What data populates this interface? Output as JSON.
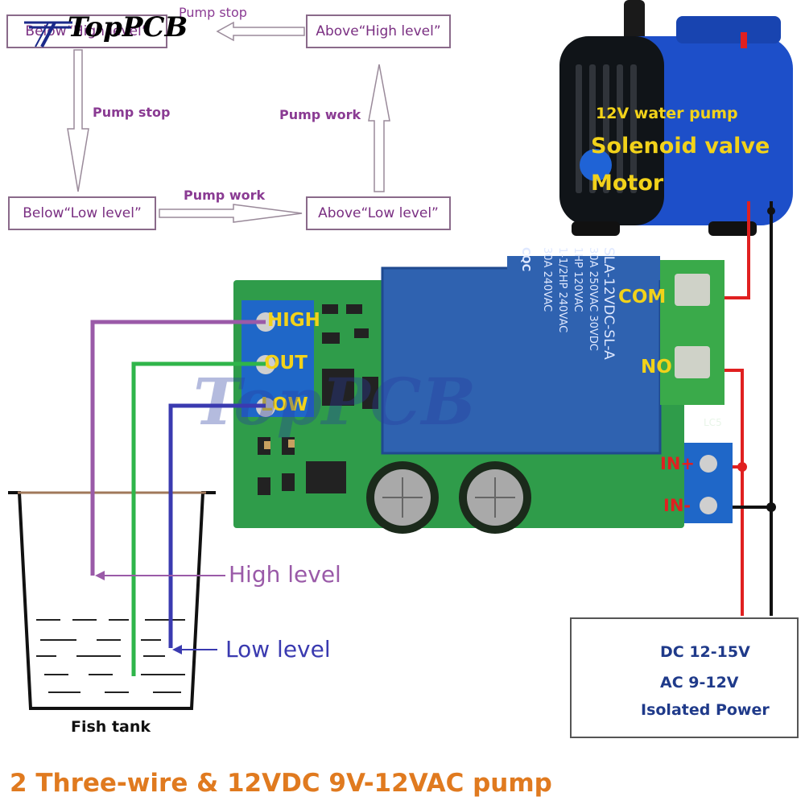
{
  "logo": {
    "text": "TopPCB"
  },
  "watermark": {
    "text": "TopPCB"
  },
  "flow": {
    "box_below_high": "Below“High level”",
    "box_above_high": "Above“High level”",
    "box_below_low": "Below“Low level”",
    "box_above_low": "Above“Low level”",
    "arrow_top": "Pump stop",
    "arrow_left": "Pump stop",
    "arrow_right": "Pump work",
    "arrow_bottom": "Pump work"
  },
  "pump": {
    "line1": "12V water pump",
    "line2": "Solenoid valve",
    "line3": "Motor"
  },
  "board": {
    "pin_high": "HIGH",
    "pin_out": "OUT",
    "pin_low": "LOW",
    "term_com": "COM",
    "term_no": "NO",
    "term_in_pos": "IN+",
    "term_in_neg": "IN-",
    "relay_lines": [
      "SLA-12VDC-SL-A",
      "30A 250VAC 30VDC",
      "1HP 120VAC",
      "1-1/2HP 240VAC",
      "30A 240VAC"
    ],
    "cqc": "CQC",
    "board_label": "LC5"
  },
  "tank": {
    "high_label": "High level",
    "low_label": "Low level",
    "caption": "Fish tank"
  },
  "power": {
    "line1": "DC 12-15V",
    "line2": "AC 9-12V",
    "line3": "Isolated Power"
  },
  "footer": {
    "text": "2 Three-wire & 12VDC 9V-12VAC pump"
  },
  "colors": {
    "board_green": "#2f9c4a",
    "relay_blue": "#2f62b0",
    "wire_purple": "#9a5aa8",
    "wire_green": "#2fb54a",
    "wire_blue": "#3a3ab0",
    "wire_red": "#e02020",
    "footer_orange": "#e07a1f"
  }
}
